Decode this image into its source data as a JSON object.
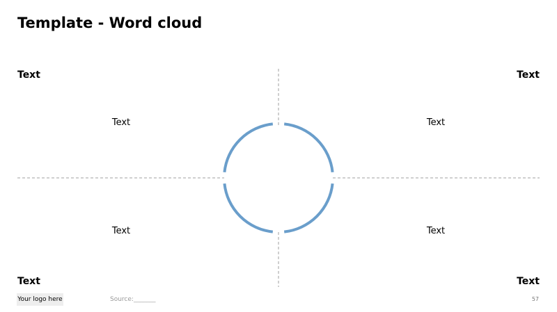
{
  "slide": {
    "title": "Template - Word cloud"
  },
  "corners": {
    "top_left": "Text",
    "top_right": "Text",
    "bottom_left": "Text",
    "bottom_right": "Text"
  },
  "quadrants": {
    "top_left": "Text",
    "top_right": "Text",
    "bottom_left": "Text",
    "bottom_right": "Text"
  },
  "colors": {
    "circle": "#6a9ecb",
    "divider": "#bfbfbf"
  },
  "footer": {
    "logo": "Your logo here",
    "source": "Source:_______",
    "page_number": "57"
  }
}
